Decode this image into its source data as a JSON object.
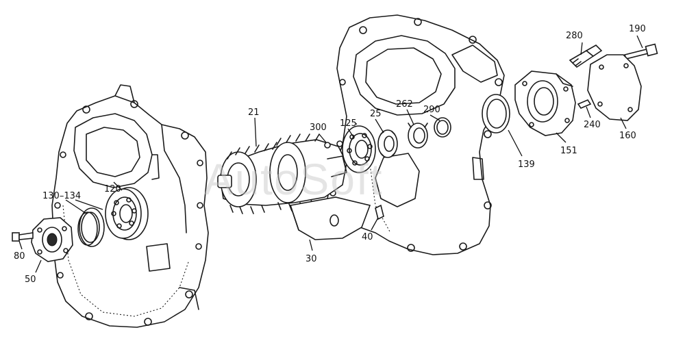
{
  "watermark": "AutoSoft",
  "callouts": {
    "p21": "21",
    "p300": "300",
    "p125": "125",
    "p25": "25",
    "p262": "262",
    "p290": "290",
    "p280": "280",
    "p190": "190",
    "p240": "240",
    "p160": "160",
    "p151": "151",
    "p139": "139",
    "p120": "120",
    "p130_134": "130–134",
    "p80": "80",
    "p50": "50",
    "p30": "30",
    "p40": "40"
  }
}
